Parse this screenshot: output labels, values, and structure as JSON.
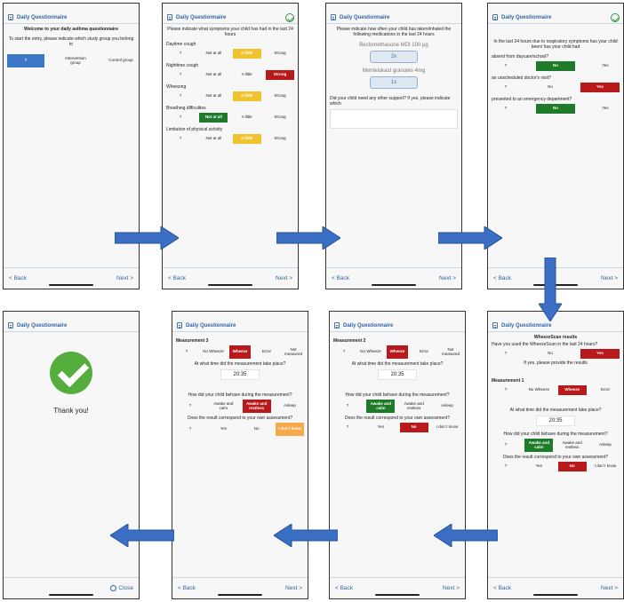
{
  "title": "Daily Questionnaire",
  "back": "< Back",
  "next": "Next >",
  "close": "Close",
  "s1": {
    "welcome": "Welcome to your daily asthma questionnaire",
    "prompt": "To start the entry, please indicate which study group you belong to",
    "opts": [
      "?",
      "Intervention group",
      "Control group"
    ]
  },
  "s2": {
    "intro": "Please indicate what symptoms your child has had in the last 24 hours",
    "opts": [
      "?",
      "Not at all",
      "A little",
      "Strong"
    ],
    "items": [
      {
        "label": "Daytime cough",
        "sel": 2
      },
      {
        "label": "Nighttime cough",
        "sel": 3
      },
      {
        "label": "Wheezing",
        "sel": 2
      },
      {
        "label": "Breathing difficulties",
        "sel": 1
      },
      {
        "label": "Limitation of physical activity",
        "sel": 2
      }
    ]
  },
  "s3": {
    "intro": "Please indicate how often your child has taken/inhaled the following medications in the last 24 hours",
    "med1": "Beclomethasone MDI 100 µg",
    "val1": "2x",
    "med2": "Montelukast granules 4mg",
    "val2": "1x",
    "support": "Did your child need any other support? If yes, please indicate which"
  },
  "s4": {
    "intro": "In the last 24 hours due to respiratory symptoms has your child been/ has your child had",
    "opts": [
      "?",
      "No",
      "Yes"
    ],
    "items": [
      {
        "label": "absent from daycare/school?",
        "sel": "g1"
      },
      {
        "label": "an unscheduled doctor's visit?",
        "sel": "r2"
      },
      {
        "label": "presented to an emergency department?",
        "sel": "g1"
      }
    ]
  },
  "s5": {
    "heading": "WheezeScan results",
    "q_used": "Have you used the WheezeScan in the last 24 hours?",
    "used_opts": [
      "?",
      "No",
      "Yes"
    ],
    "provide": "If yes, please provide the results",
    "m1": "Measurement 1",
    "m_opts": [
      "?",
      "No Wheeze",
      "Wheeze",
      "Error"
    ],
    "q_time": "At what time did the measurement take place?",
    "time": "20:35",
    "q_behave": "How did your child behave during the measurement?",
    "behave_opts": [
      "?",
      "Awake and calm",
      "Awake and restless",
      "Asleep"
    ],
    "q_corr": "Does the result correspond to your own assessment?",
    "corr_opts": [
      "?",
      "Yes",
      "No",
      "I don´t know"
    ]
  },
  "s6": {
    "m2": "Measurement 2",
    "m_opts": [
      "?",
      "No Wheeze",
      "Wheeze",
      "Error",
      "Not measured"
    ]
  },
  "s7": {
    "m3": "Measurement 3"
  },
  "s8": {
    "thanks": "Thank you!"
  }
}
